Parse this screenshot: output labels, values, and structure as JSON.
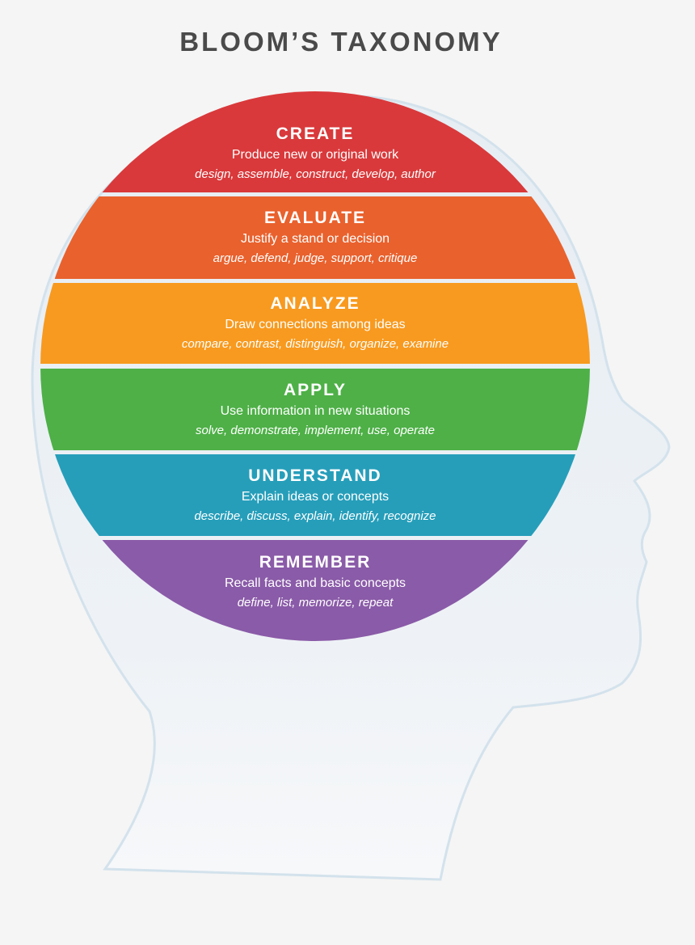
{
  "title": "BLOOM’S TAXONOMY",
  "levels": [
    {
      "name": "CREATE",
      "description": "Produce new or original work",
      "verbs": "design, assemble, construct, develop, author",
      "color": "#d9393b"
    },
    {
      "name": "EVALUATE",
      "description": "Justify a stand or decision",
      "verbs": "argue, defend, judge, support, critique",
      "color": "#e9612d"
    },
    {
      "name": "ANALYZE",
      "description": "Draw connections among ideas",
      "verbs": "compare, contrast, distinguish, organize, examine",
      "color": "#f89a1f"
    },
    {
      "name": "APPLY",
      "description": "Use information in new situations",
      "verbs": "solve, demonstrate, implement, use, operate",
      "color": "#4eb047"
    },
    {
      "name": "UNDERSTAND",
      "description": "Explain ideas or concepts",
      "verbs": "describe, discuss, explain, identify, recognize",
      "color": "#269eba"
    },
    {
      "name": "REMEMBER",
      "description": "Recall facts and basic concepts",
      "verbs": "define, list, memorize, repeat",
      "color": "#8a5ba8"
    }
  ]
}
